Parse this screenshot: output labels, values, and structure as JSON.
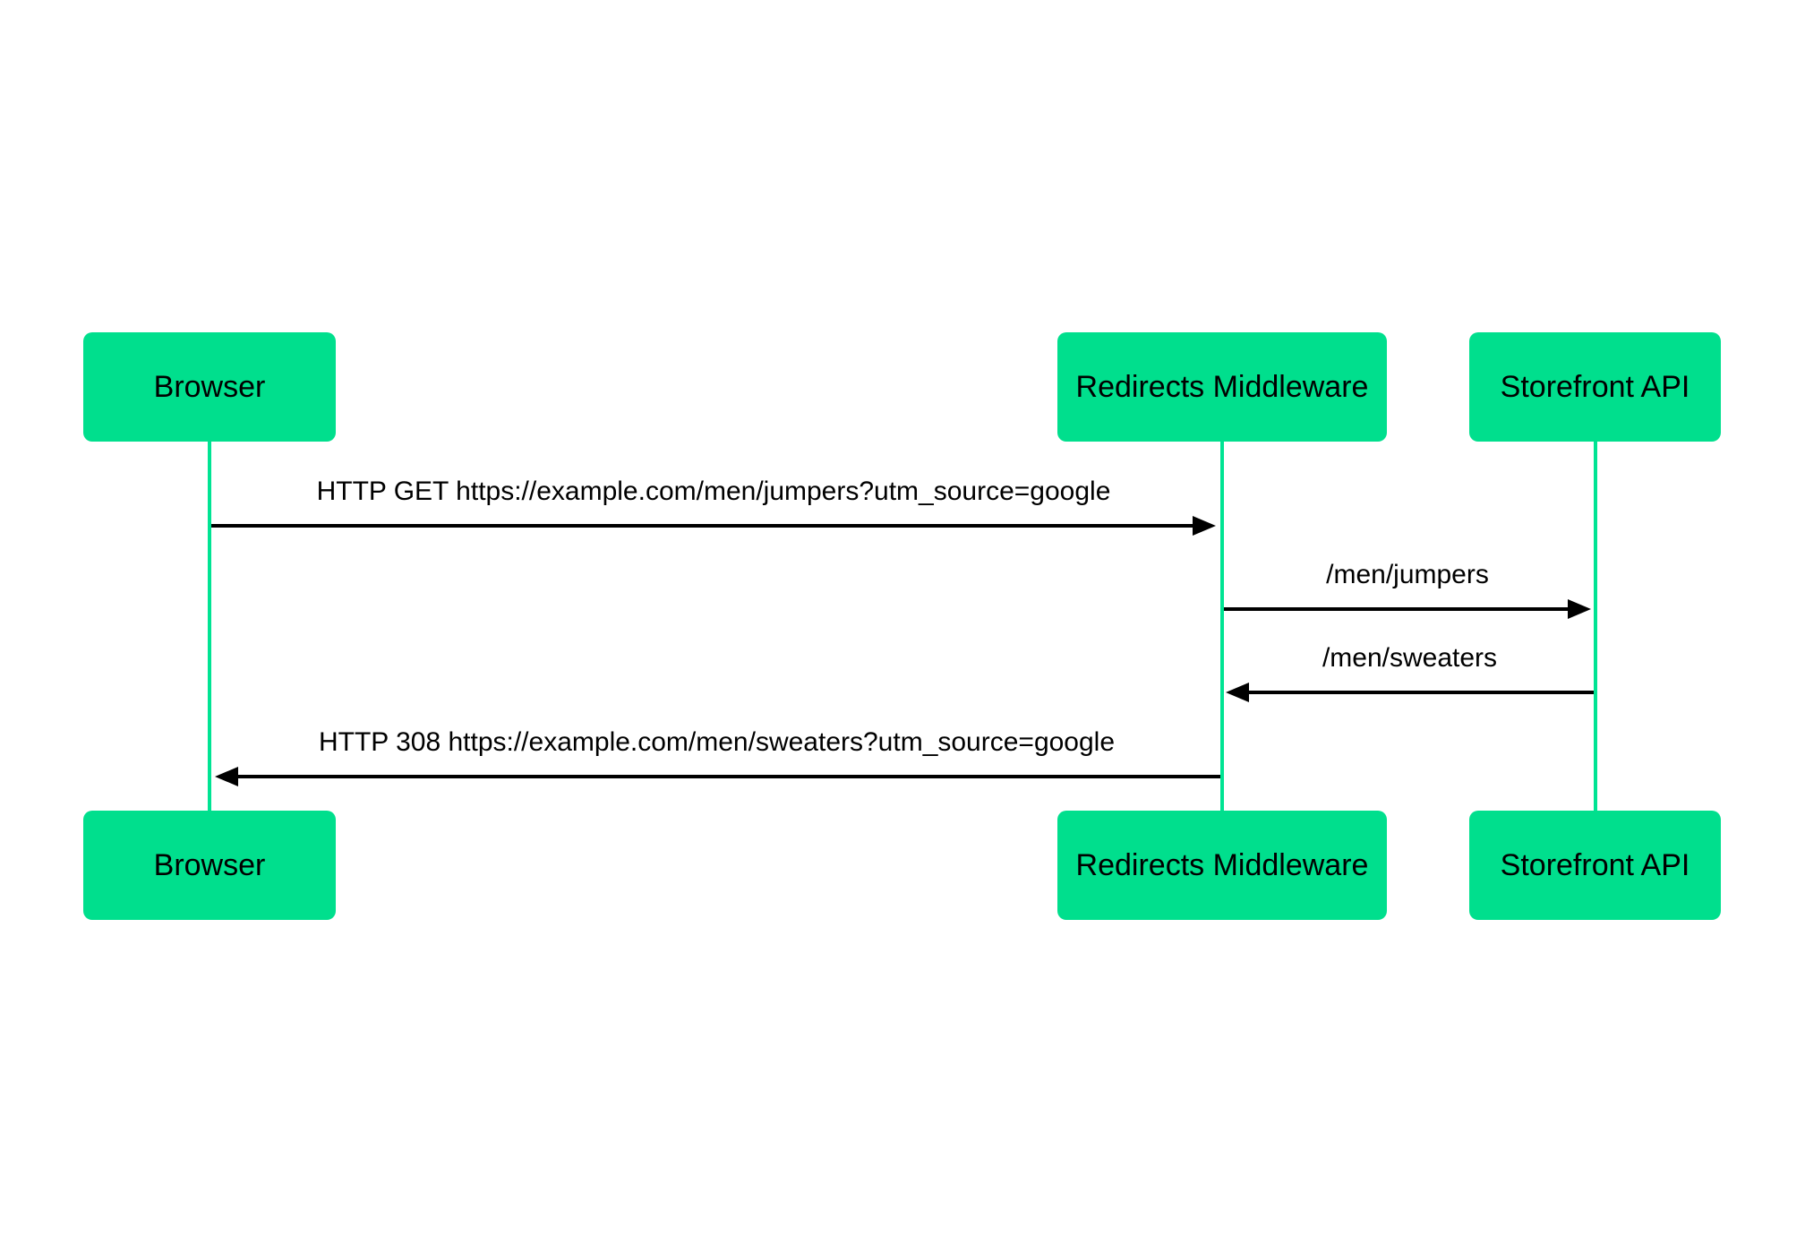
{
  "diagram": {
    "type": "sequence",
    "actors": [
      {
        "id": "browser",
        "label": "Browser"
      },
      {
        "id": "redirects-middleware",
        "label": "Redirects Middleware"
      },
      {
        "id": "storefront-api",
        "label": "Storefront API"
      }
    ],
    "messages": [
      {
        "from": "Browser",
        "to": "Redirects Middleware",
        "direction": "right",
        "label": "HTTP GET https://example.com/men/jumpers?utm_source=google"
      },
      {
        "from": "Redirects Middleware",
        "to": "Storefront API",
        "direction": "right",
        "label": "/men/jumpers"
      },
      {
        "from": "Storefront API",
        "to": "Redirects Middleware",
        "direction": "left",
        "label": "/men/sweaters"
      },
      {
        "from": "Redirects Middleware",
        "to": "Browser",
        "direction": "left",
        "label": "HTTP 308 https://example.com/men/sweaters?utm_source=google"
      }
    ],
    "colors": {
      "actor_fill": "#00DF8D",
      "lifeline": "#00E493",
      "arrow": "#000000",
      "text": "#000000",
      "background": "#FFFFFF"
    }
  }
}
